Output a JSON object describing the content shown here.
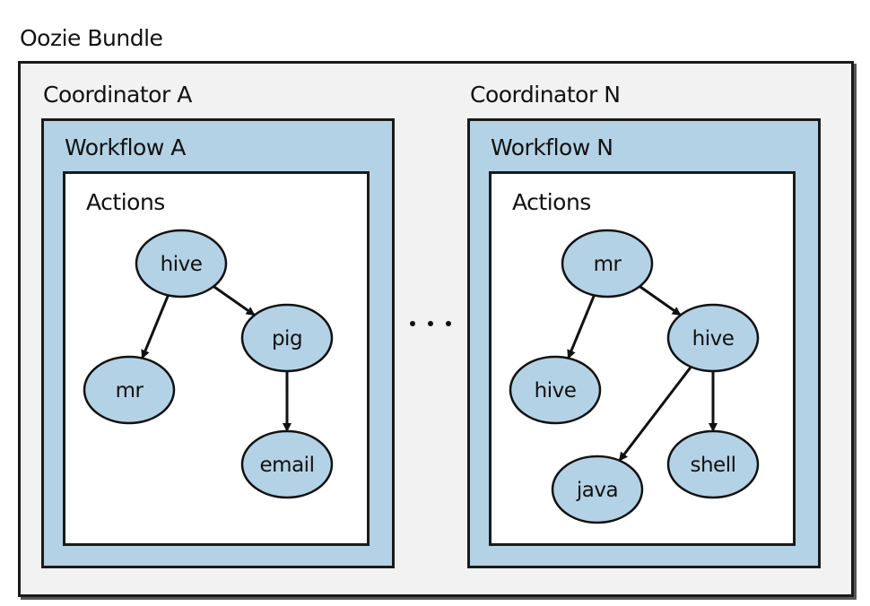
{
  "bundle": {
    "title": "Oozie Bundle"
  },
  "coordinators": [
    {
      "title": "Coordinator A",
      "workflow": {
        "title": "Workflow A",
        "actions_title": "Actions",
        "nodes": [
          {
            "id": "a-hive",
            "label": "hive"
          },
          {
            "id": "a-pig",
            "label": "pig"
          },
          {
            "id": "a-mr",
            "label": "mr"
          },
          {
            "id": "a-email",
            "label": "email"
          }
        ],
        "edges": [
          {
            "from": "a-hive",
            "to": "a-mr"
          },
          {
            "from": "a-hive",
            "to": "a-pig"
          },
          {
            "from": "a-pig",
            "to": "a-email"
          }
        ]
      }
    },
    {
      "title": "Coordinator N",
      "workflow": {
        "title": "Workflow N",
        "actions_title": "Actions",
        "nodes": [
          {
            "id": "n-mr",
            "label": "mr"
          },
          {
            "id": "n-hive2",
            "label": "hive"
          },
          {
            "id": "n-hive1",
            "label": "hive"
          },
          {
            "id": "n-java",
            "label": "java"
          },
          {
            "id": "n-shell",
            "label": "shell"
          }
        ],
        "edges": [
          {
            "from": "n-mr",
            "to": "n-hive1"
          },
          {
            "from": "n-mr",
            "to": "n-hive2"
          },
          {
            "from": "n-hive2",
            "to": "n-java"
          },
          {
            "from": "n-hive2",
            "to": "n-shell"
          }
        ]
      }
    }
  ],
  "colors": {
    "workflow_fill": "#b4d2e6",
    "node_fill": "#b4d2e6",
    "bundle_fill": "#f2f2f2",
    "stroke": "#111111"
  }
}
